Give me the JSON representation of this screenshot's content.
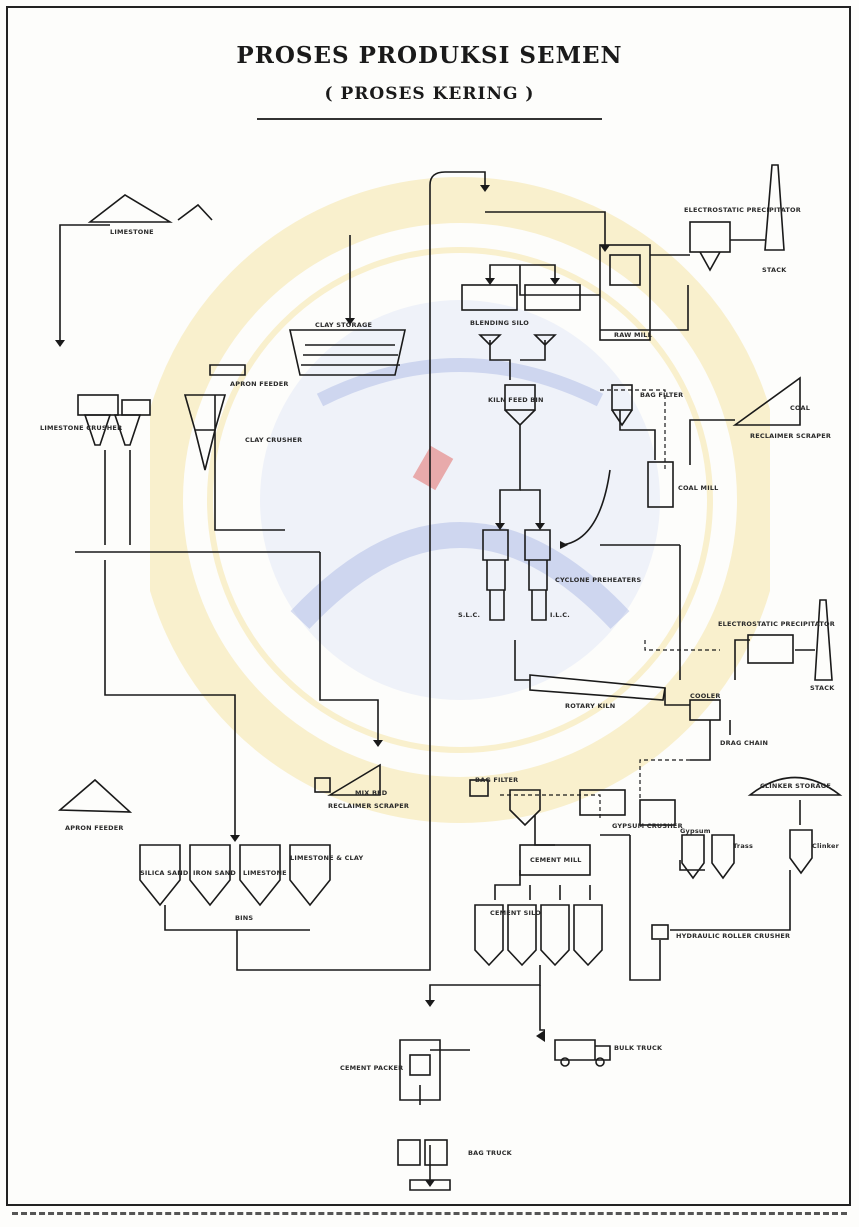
{
  "header": {
    "title": "PROSES PRODUKSI SEMEN",
    "subtitle": "( PROSES KERING )"
  },
  "labels": {
    "limestone": "LIMESTONE",
    "limestone_crusher": "LIMESTONE CRUSHER",
    "clay_storage": "CLAY STORAGE",
    "apron_feeder": "APRON FEEDER",
    "clay_crusher": "CLAY CRUSHER",
    "electrostatic_precipitator_top": "ELECTROSTATIC PRECIPITATOR",
    "stack_top": "STACK",
    "blending_silo": "BLENDING SILO",
    "raw_mill": "RAW MILL",
    "kiln_feed_bin": "KILN FEED BIN",
    "bag_filter_top": "BAG FILTER",
    "coal": "COAL",
    "reclaimer_scraper_top": "RECLAIMER SCRAPER",
    "coal_mill": "COAL MILL",
    "cyclone_preheaters": "CYCLONE PREHEATERS",
    "slc": "S.L.C.",
    "ilc": "I.L.C.",
    "electrostatic_precipitator_mid": "ELECTROSTATIC PRECIPITATOR",
    "stack_mid": "STACK",
    "rotary_kiln": "ROTARY KILN",
    "cooler": "COOLER",
    "drag_chain": "DRAG CHAIN",
    "clinker_storage": "CLINKER STORAGE",
    "gypsum_crusher": "GYPSUM CRUSHER",
    "gypsum": "Gypsum",
    "trass": "Trass",
    "clinker": "Clinker",
    "bag_filter_mid": "BAG FILTER",
    "cement_mill": "CEMENT MILL",
    "hydraulic_roller_crusher": "HYDRAULIC ROLLER CRUSHER",
    "mix_bed": "MIX BED",
    "reclaimer_scraper_mid": "RECLAIMER SCRAPER",
    "apron_feeder_left": "APRON FEEDER",
    "bin_silica_sand": "SILICA SAND",
    "bin_iron_sand": "IRON SAND",
    "bin_limestone": "LIMESTONE",
    "bin_limestone_clay": "LIMESTONE & CLAY",
    "bins": "BINS",
    "cement_silo": "CEMENT SILO",
    "bulk_truck": "BULK TRUCK",
    "cement_packer": "CEMENT PACKER",
    "bag_truck": "BAG TRUCK"
  },
  "colors": {
    "line": "#1a1a1a",
    "watermark_blue": "#7b8fd6",
    "watermark_yellow": "#f1d779",
    "watermark_red": "#e0524c"
  }
}
